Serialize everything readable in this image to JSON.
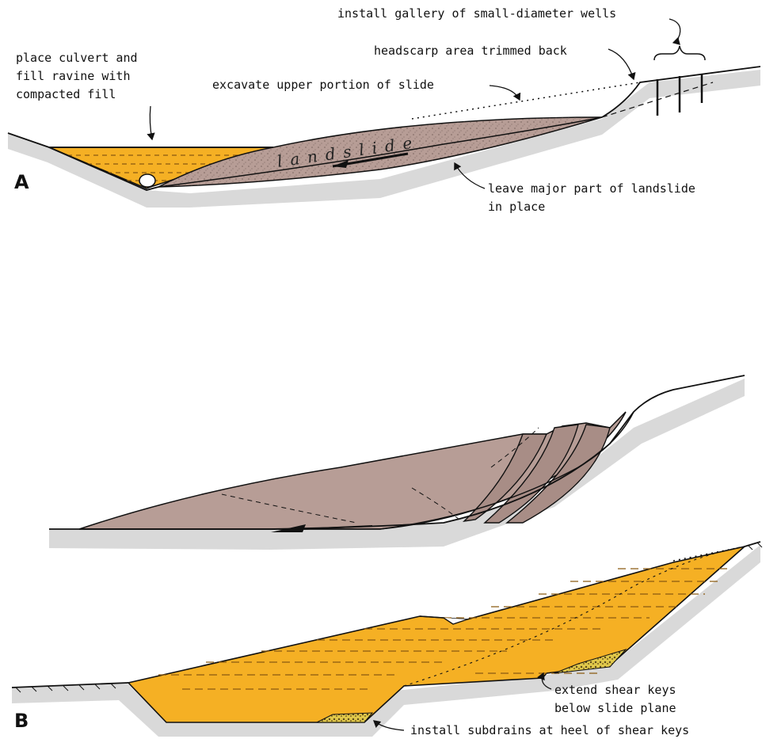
{
  "panel_a": {
    "letter": "A",
    "slide_word": "landslide",
    "labels": {
      "culvert": "place culvert and\nfill ravine with\ncompacted fill",
      "wells": "install gallery of small-diameter wells",
      "headscarp": "headscarp area trimmed back",
      "excavate": "excavate upper portion of slide",
      "leave": "leave major part of landslide\nin place"
    }
  },
  "panel_b": {
    "letter": "B",
    "labels": {
      "shear_keys": "extend shear keys\nbelow slide plane",
      "subdrains": "install subdrains at heel of shear keys"
    }
  },
  "colors": {
    "fill": "#f5b024",
    "landslide": "#b79d96",
    "ground_shadow": "#cfcfcf",
    "ink": "#111111"
  }
}
